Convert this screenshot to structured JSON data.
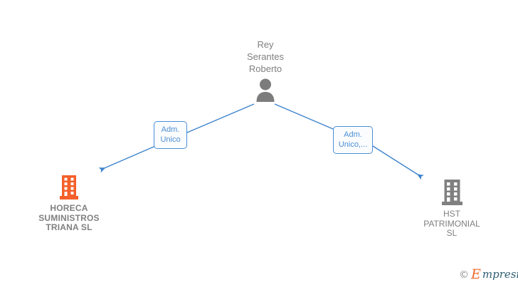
{
  "diagram": {
    "type": "org-relationship-graph",
    "background_color": "#ffffff",
    "person": {
      "name": "Rey\nSerantes\nRoberto",
      "icon": "person-silhouette-icon",
      "icon_color": "#808080",
      "text_color": "#808080"
    },
    "companies": [
      {
        "name": "HORECA\nSUMINISTROS\nTRIANA  SL",
        "icon": "building-icon",
        "icon_color": "#f4602a",
        "text_color": "#808080",
        "emphasis": "bold"
      },
      {
        "name": "HST\nPATRIMONIAL\nSL",
        "icon": "building-icon",
        "icon_color": "#808080",
        "text_color": "#808080",
        "emphasis": "normal"
      }
    ],
    "edges": [
      {
        "label": "Adm.\nUnico",
        "from": "person",
        "to": "HORECA SUMINISTROS TRIANA SL",
        "direction": "down-left",
        "color": "#4a90d9"
      },
      {
        "label": "Adm.\nUnico,...",
        "from": "person",
        "to": "HST PATRIMONIAL SL",
        "direction": "down-right",
        "color": "#4a90d9"
      }
    ]
  },
  "watermark": {
    "copyright": "©",
    "brand_initial": "E",
    "brand_rest": "mpresia",
    "initial_color": "#f26a2a",
    "rest_color": "#2f5d72"
  }
}
